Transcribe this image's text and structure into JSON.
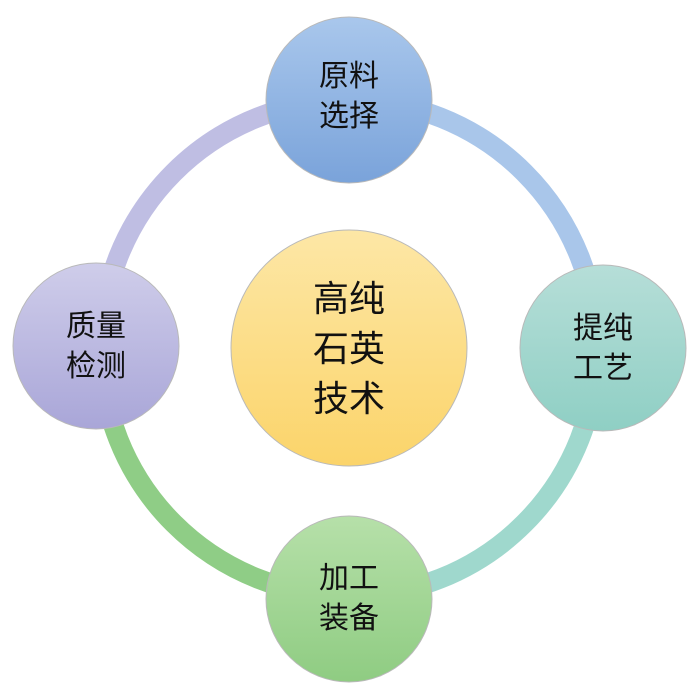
{
  "center": {
    "lines": [
      "高纯",
      "石英",
      "技术"
    ],
    "fill_top": "#fde7a6",
    "fill_bottom": "#fbd46a"
  },
  "nodes": [
    {
      "id": "top",
      "lines": [
        "原料",
        "选择"
      ],
      "fill_top": "#a9c7ec",
      "fill_bottom": "#7aa3da"
    },
    {
      "id": "right",
      "lines": [
        "提纯",
        "工艺"
      ],
      "fill_top": "#b6ded8",
      "fill_bottom": "#8fcfc4"
    },
    {
      "id": "bottom",
      "lines": [
        "加工",
        "装备"
      ],
      "fill_top": "#b6e0a9",
      "fill_bottom": "#8fcc82"
    },
    {
      "id": "left",
      "lines": [
        "质量",
        "检测"
      ],
      "fill_top": "#cfcdea",
      "fill_bottom": "#a9a6d8"
    }
  ],
  "ring": {
    "top_right": "#a9c6ea",
    "right_bottom": "#9fd8cd",
    "bottom_left": "#8fcd86",
    "left_top": "#bfbee3"
  }
}
